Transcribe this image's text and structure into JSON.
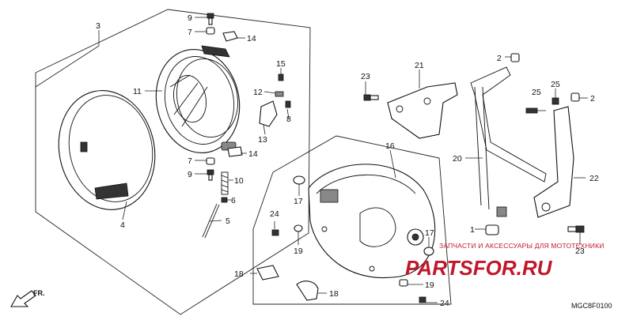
{
  "callouts": {
    "c3": "3",
    "c4": "4",
    "c5": "5",
    "c6": "6",
    "c7a": "7",
    "c7b": "7",
    "c8": "8",
    "c9a": "9",
    "c9b": "9",
    "c10": "10",
    "c11": "11",
    "c12": "12",
    "c13": "13",
    "c14a": "14",
    "c14b": "14",
    "c15": "15",
    "c16": "16",
    "c17a": "17",
    "c17b": "17",
    "c18a": "18",
    "c18b": "18",
    "c19a": "19",
    "c19b": "19",
    "c20": "20",
    "c21": "21",
    "c22": "22",
    "c23a": "23",
    "c23b": "23",
    "c24a": "24",
    "c24b": "24",
    "c25": "25",
    "c1": "1",
    "c2a": "2",
    "c2b": "2"
  },
  "watermark": {
    "tagline": "ЗАПЧАСТИ И АКСЕССУАРЫ ДЛЯ МОТОТЕХНИКИ",
    "logo": "PARTSFOR.RU"
  },
  "diagram_code": "MGC8F0100",
  "direction_label": "FR.",
  "colors": {
    "ink": "#111111",
    "watermark": "#c0182a"
  }
}
